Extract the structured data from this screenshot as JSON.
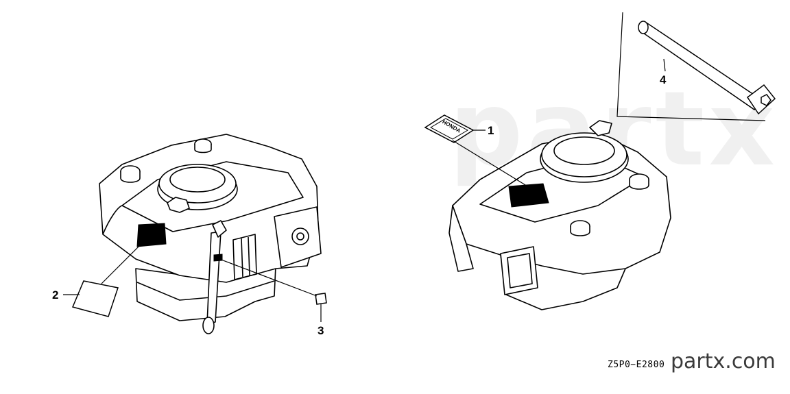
{
  "parts": [
    {
      "number": "1",
      "name": "honda-emblem-label"
    },
    {
      "number": "2",
      "name": "caution-label"
    },
    {
      "number": "3",
      "name": "small-label"
    },
    {
      "number": "4",
      "name": "spark-plug-wrench"
    }
  ],
  "emblem_text": "HONDA",
  "drawing_code": "Z5P0−E2800",
  "watermark": {
    "logo": "partx",
    "site": "partx.com"
  },
  "colors": {
    "line": "#000000",
    "watermark": "#f0f0f0",
    "watermark_text": "#3a3a3a"
  }
}
